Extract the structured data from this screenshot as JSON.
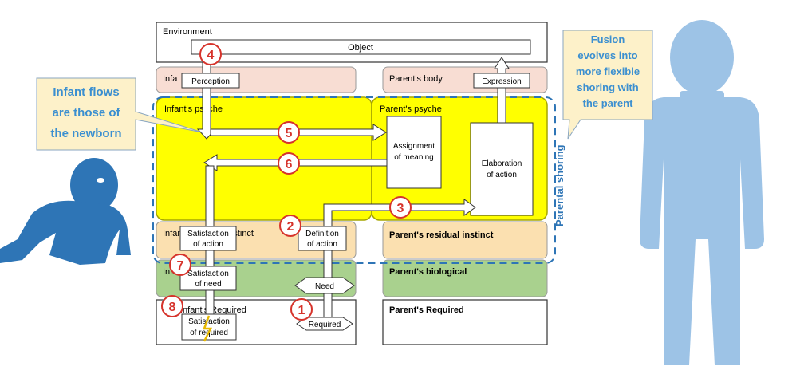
{
  "environment": {
    "label": "Environment",
    "object_label": "Object"
  },
  "infant_body": {
    "label": "Infa"
  },
  "perception": {
    "label": "Perception"
  },
  "parent_body": {
    "label": "Parent's body"
  },
  "expression": {
    "label": "Expression"
  },
  "infant_psyche": {
    "label": "Infant's psyche"
  },
  "parent_psyche": {
    "label": "Parent's psyche"
  },
  "assignment": {
    "line1": "Assignment",
    "line2": "of meaning"
  },
  "elaboration": {
    "line1": "Elaboration",
    "line2": "of action"
  },
  "infant_residual": {
    "label": "Infant's residual instinct"
  },
  "parent_residual": {
    "label": "Parent's residual instinct"
  },
  "satisfaction_action": {
    "line1": "Satisfaction",
    "line2": "of action"
  },
  "definition_action": {
    "line1": "Definition",
    "line2": "of action"
  },
  "infant_biological": {
    "label": "Infant's biological"
  },
  "parent_biological": {
    "label": "Parent's biological"
  },
  "satisfaction_need": {
    "line1": "Satisfaction",
    "line2": "of need"
  },
  "need": {
    "label": "Need"
  },
  "infant_required": {
    "label": "Infant's Required"
  },
  "parent_required": {
    "label": "Parent's Required"
  },
  "satisfaction_required": {
    "line1": "Satisfaction",
    "line2": "of required"
  },
  "required": {
    "label": "Required"
  },
  "steps": [
    "1",
    "2",
    "3",
    "4",
    "5",
    "6",
    "7",
    "8"
  ],
  "callout_infant": {
    "line1": "Infant flows",
    "line2": "are those of",
    "line3": "the newborn"
  },
  "callout_fusion": {
    "line1": "Fusion",
    "line2": "evolves into",
    "line3": "more flexible",
    "line4": "shoring with",
    "line5": "the parent"
  },
  "parental_shoring": {
    "label": "Parental shoring"
  },
  "colors": {
    "body_pink": "#f8ddd3",
    "psyche_yellow": "#ffff00",
    "residual_orange": "#fbe0b0",
    "biological_green": "#a9d18e",
    "step_red": "#d6332b",
    "callout_blue": "#3b8fd0",
    "callout_fill": "#fdf1c9",
    "baby_blue": "#2e75b6",
    "adult_blue": "#9dc3e6",
    "dash_blue": "#2e75b6"
  }
}
